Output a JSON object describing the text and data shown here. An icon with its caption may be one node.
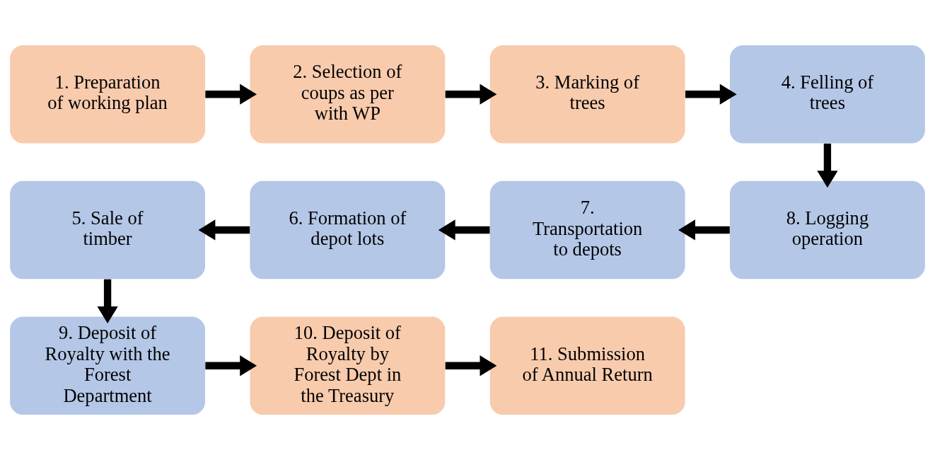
{
  "diagram": {
    "nodes": [
      {
        "text": [
          "1. Preparation of working plan"
        ]
      },
      {
        "text": [
          "2. Selection of coups as per with WP"
        ]
      },
      {
        "text": [
          "3. Marking of trees"
        ]
      },
      {
        "text": [
          "4. Felling of trees"
        ]
      },
      {
        "text": [
          "5. Sale of timber"
        ]
      },
      {
        "text": [
          "6. Formation of depot lots"
        ]
      },
      {
        "text": [
          "7. Transportation to depots"
        ]
      },
      {
        "text": [
          "8. Logging operation"
        ]
      },
      {
        "text": [
          "9. Deposit of Royalty with the Forest Department"
        ]
      },
      {
        "text": [
          "10. Deposit of Royalty by Forest Dept in the Treasury"
        ]
      },
      {
        "text": [
          "11. Submission of Annual Return"
        ]
      }
    ],
    "edges": [
      {
        "from": 0,
        "to": 1,
        "arrow": "to"
      },
      {
        "from": 1,
        "to": 2,
        "arrow": "to"
      },
      {
        "from": 2,
        "to": 3,
        "arrow": "to"
      },
      {
        "from": 3,
        "to": 7,
        "arrow": "to"
      },
      {
        "from": 7,
        "to": 6,
        "arrow": "to"
      },
      {
        "from": 6,
        "to": 5,
        "arrow": "to"
      },
      {
        "from": 5,
        "to": 4,
        "arrow": "to"
      },
      {
        "from": 4,
        "to": 8,
        "arrow": "to"
      },
      {
        "from": 8,
        "to": 9,
        "arrow": "to"
      },
      {
        "from": 9,
        "to": 10,
        "arrow": "to"
      }
    ]
  }
}
